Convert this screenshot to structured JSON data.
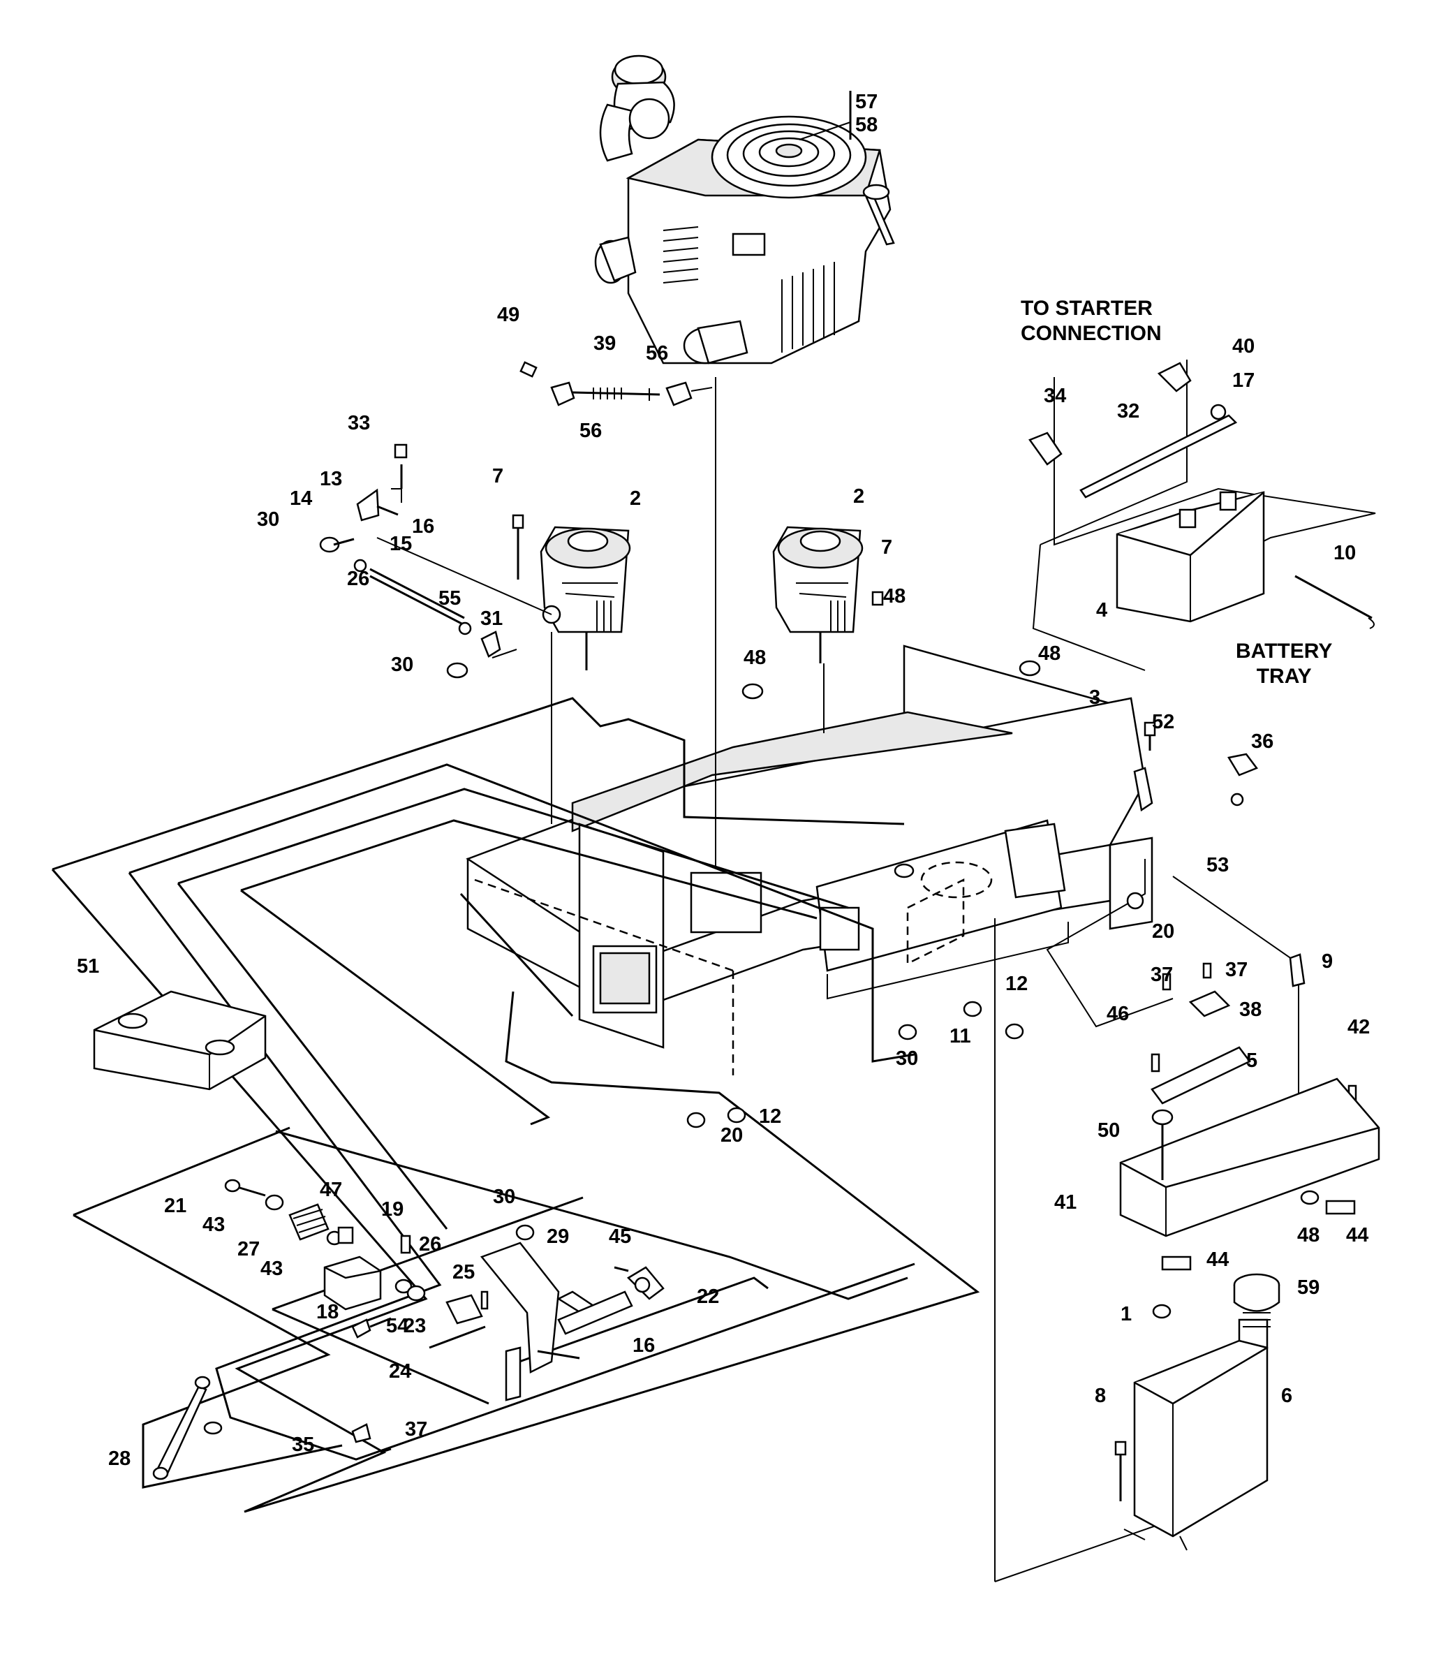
{
  "diagram": {
    "notes": {
      "starter": [
        "TO STARTER",
        "CONNECTION"
      ],
      "battery_tray": [
        "BATTERY",
        "TRAY"
      ]
    },
    "callouts": [
      {
        "id": "c57",
        "text": "57"
      },
      {
        "id": "c58",
        "text": "58"
      },
      {
        "id": "c49",
        "text": "49"
      },
      {
        "id": "c39",
        "text": "39"
      },
      {
        "id": "c56a",
        "text": "56"
      },
      {
        "id": "c56b",
        "text": "56"
      },
      {
        "id": "c40",
        "text": "40"
      },
      {
        "id": "c17",
        "text": "17"
      },
      {
        "id": "c34",
        "text": "34"
      },
      {
        "id": "c32",
        "text": "32"
      },
      {
        "id": "c33",
        "text": "33"
      },
      {
        "id": "c13",
        "text": "13"
      },
      {
        "id": "c14",
        "text": "14"
      },
      {
        "id": "c16a",
        "text": "16"
      },
      {
        "id": "c30a",
        "text": "30"
      },
      {
        "id": "c26a",
        "text": "26"
      },
      {
        "id": "c15",
        "text": "15"
      },
      {
        "id": "c55",
        "text": "55"
      },
      {
        "id": "c31",
        "text": "31"
      },
      {
        "id": "c30b",
        "text": "30"
      },
      {
        "id": "c7a",
        "text": "7"
      },
      {
        "id": "c2a",
        "text": "2"
      },
      {
        "id": "c2b",
        "text": "2"
      },
      {
        "id": "c7b",
        "text": "7"
      },
      {
        "id": "c48a",
        "text": "48"
      },
      {
        "id": "c48b",
        "text": "48"
      },
      {
        "id": "c48c",
        "text": "48"
      },
      {
        "id": "c3",
        "text": "3"
      },
      {
        "id": "c4",
        "text": "4"
      },
      {
        "id": "c10",
        "text": "10"
      },
      {
        "id": "c52",
        "text": "52"
      },
      {
        "id": "c36",
        "text": "36"
      },
      {
        "id": "c53",
        "text": "53"
      },
      {
        "id": "c20a",
        "text": "20"
      },
      {
        "id": "c9",
        "text": "9"
      },
      {
        "id": "c37a",
        "text": "37"
      },
      {
        "id": "c37b",
        "text": "37"
      },
      {
        "id": "c38",
        "text": "38"
      },
      {
        "id": "c46",
        "text": "46"
      },
      {
        "id": "c5",
        "text": "5"
      },
      {
        "id": "c12a",
        "text": "12"
      },
      {
        "id": "c11",
        "text": "11"
      },
      {
        "id": "c30c",
        "text": "30"
      },
      {
        "id": "c42",
        "text": "42"
      },
      {
        "id": "c51",
        "text": "51"
      },
      {
        "id": "c20b",
        "text": "20"
      },
      {
        "id": "c12b",
        "text": "12"
      },
      {
        "id": "c50",
        "text": "50"
      },
      {
        "id": "c41",
        "text": "41"
      },
      {
        "id": "c48d",
        "text": "48"
      },
      {
        "id": "c44a",
        "text": "44"
      },
      {
        "id": "c44b",
        "text": "44"
      },
      {
        "id": "c1",
        "text": "1"
      },
      {
        "id": "c59",
        "text": "59"
      },
      {
        "id": "c8",
        "text": "8"
      },
      {
        "id": "c6",
        "text": "6"
      },
      {
        "id": "c21",
        "text": "21"
      },
      {
        "id": "c43a",
        "text": "43"
      },
      {
        "id": "c47",
        "text": "47"
      },
      {
        "id": "c19",
        "text": "19"
      },
      {
        "id": "c27",
        "text": "27"
      },
      {
        "id": "c43b",
        "text": "43"
      },
      {
        "id": "c30d",
        "text": "30"
      },
      {
        "id": "c29",
        "text": "29"
      },
      {
        "id": "c45",
        "text": "45"
      },
      {
        "id": "c22",
        "text": "22"
      },
      {
        "id": "c26b",
        "text": "26"
      },
      {
        "id": "c25",
        "text": "25"
      },
      {
        "id": "c18",
        "text": "18"
      },
      {
        "id": "c54",
        "text": "54"
      },
      {
        "id": "c23",
        "text": "23"
      },
      {
        "id": "c24",
        "text": "24"
      },
      {
        "id": "c16b",
        "text": "16"
      },
      {
        "id": "c28",
        "text": "28"
      },
      {
        "id": "c35",
        "text": "35"
      },
      {
        "id": "c37c",
        "text": "37"
      }
    ]
  }
}
